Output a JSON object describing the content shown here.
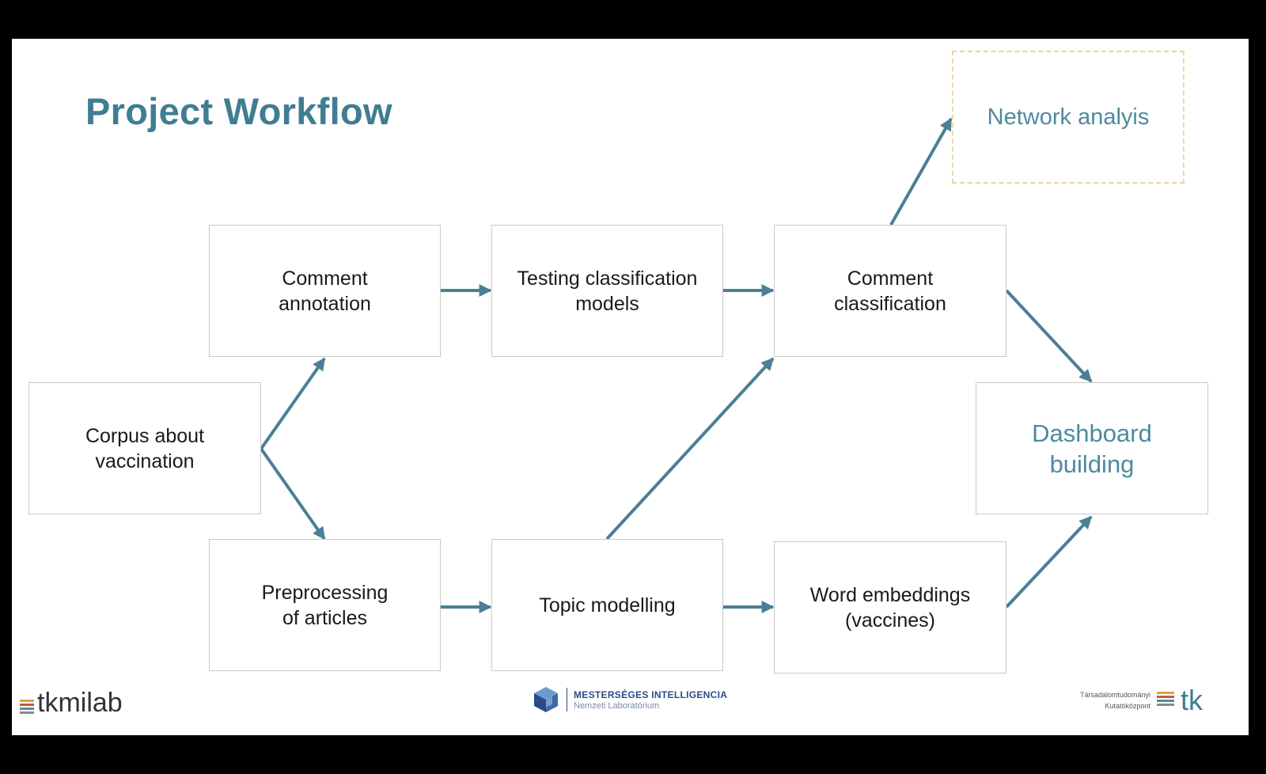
{
  "title": "Project Workflow",
  "nodes": {
    "corpus": "Corpus about\nvaccination",
    "annotation": "Comment\nannotation",
    "testing": "Testing classification\nmodels",
    "classification": "Comment\nclassification",
    "network": "Network analyis",
    "dashboard": "Dashboard\nbuilding",
    "preprocessing": "Preprocessing\nof articles",
    "topic": "Topic modelling",
    "embeddings": "Word embeddings\n(vaccines)"
  },
  "colors": {
    "title": "#3f7d92",
    "arrow": "#4a7f96",
    "accent_text": "#4d8aa0",
    "dashed_border": "#ecd79a",
    "box_border": "#c9c9c9"
  },
  "footer": {
    "left_logo": "tkmilab",
    "center_title": "MESTERSÉGES INTELLIGENCIA",
    "center_subtitle": "Nemzeti Laboratórium",
    "right_line1": "Társadalomtudományi",
    "right_line2": "Kutatóközpont",
    "right_logo": "tk"
  }
}
